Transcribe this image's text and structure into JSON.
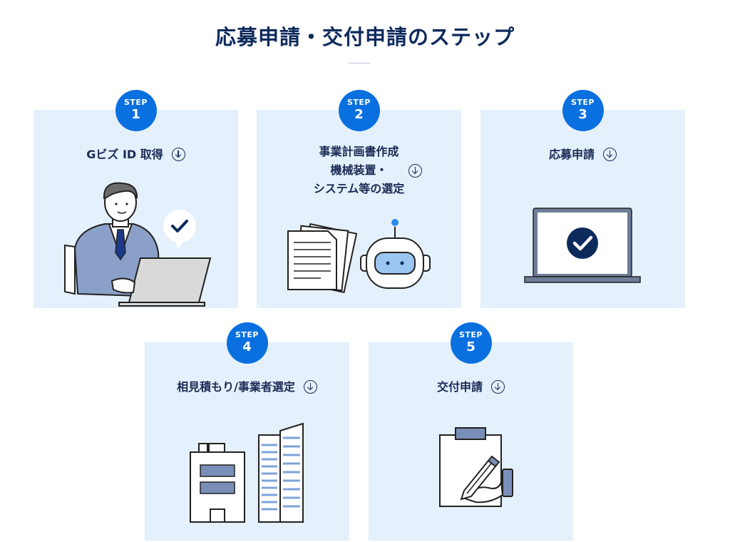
{
  "page": {
    "title": "応募申請・交付申請のステップ"
  },
  "steps": [
    {
      "step_label": "STEP",
      "number": "1",
      "title_lines": [
        "Gビズ ID 取得"
      ]
    },
    {
      "step_label": "STEP",
      "number": "2",
      "title_lines": [
        "事業計画書作成",
        "機械装置・",
        "システム等の選定"
      ]
    },
    {
      "step_label": "STEP",
      "number": "3",
      "title_lines": [
        "応募申請"
      ]
    },
    {
      "step_label": "STEP",
      "number": "4",
      "title_lines": [
        "相見積もり/事業者選定"
      ]
    },
    {
      "step_label": "STEP",
      "number": "5",
      "title_lines": [
        "交付申請"
      ]
    }
  ],
  "icons": {
    "expand": "arrow-down-circle-icon",
    "step1": "businessman-laptop-icon",
    "step2": "documents-robot-icon",
    "step3": "laptop-check-icon",
    "step4": "buildings-icon",
    "step5": "clipboard-sign-icon"
  },
  "colors": {
    "badge": "#0a70e0",
    "card_bg": "#e4f0fb",
    "title": "#0d2a5c"
  }
}
